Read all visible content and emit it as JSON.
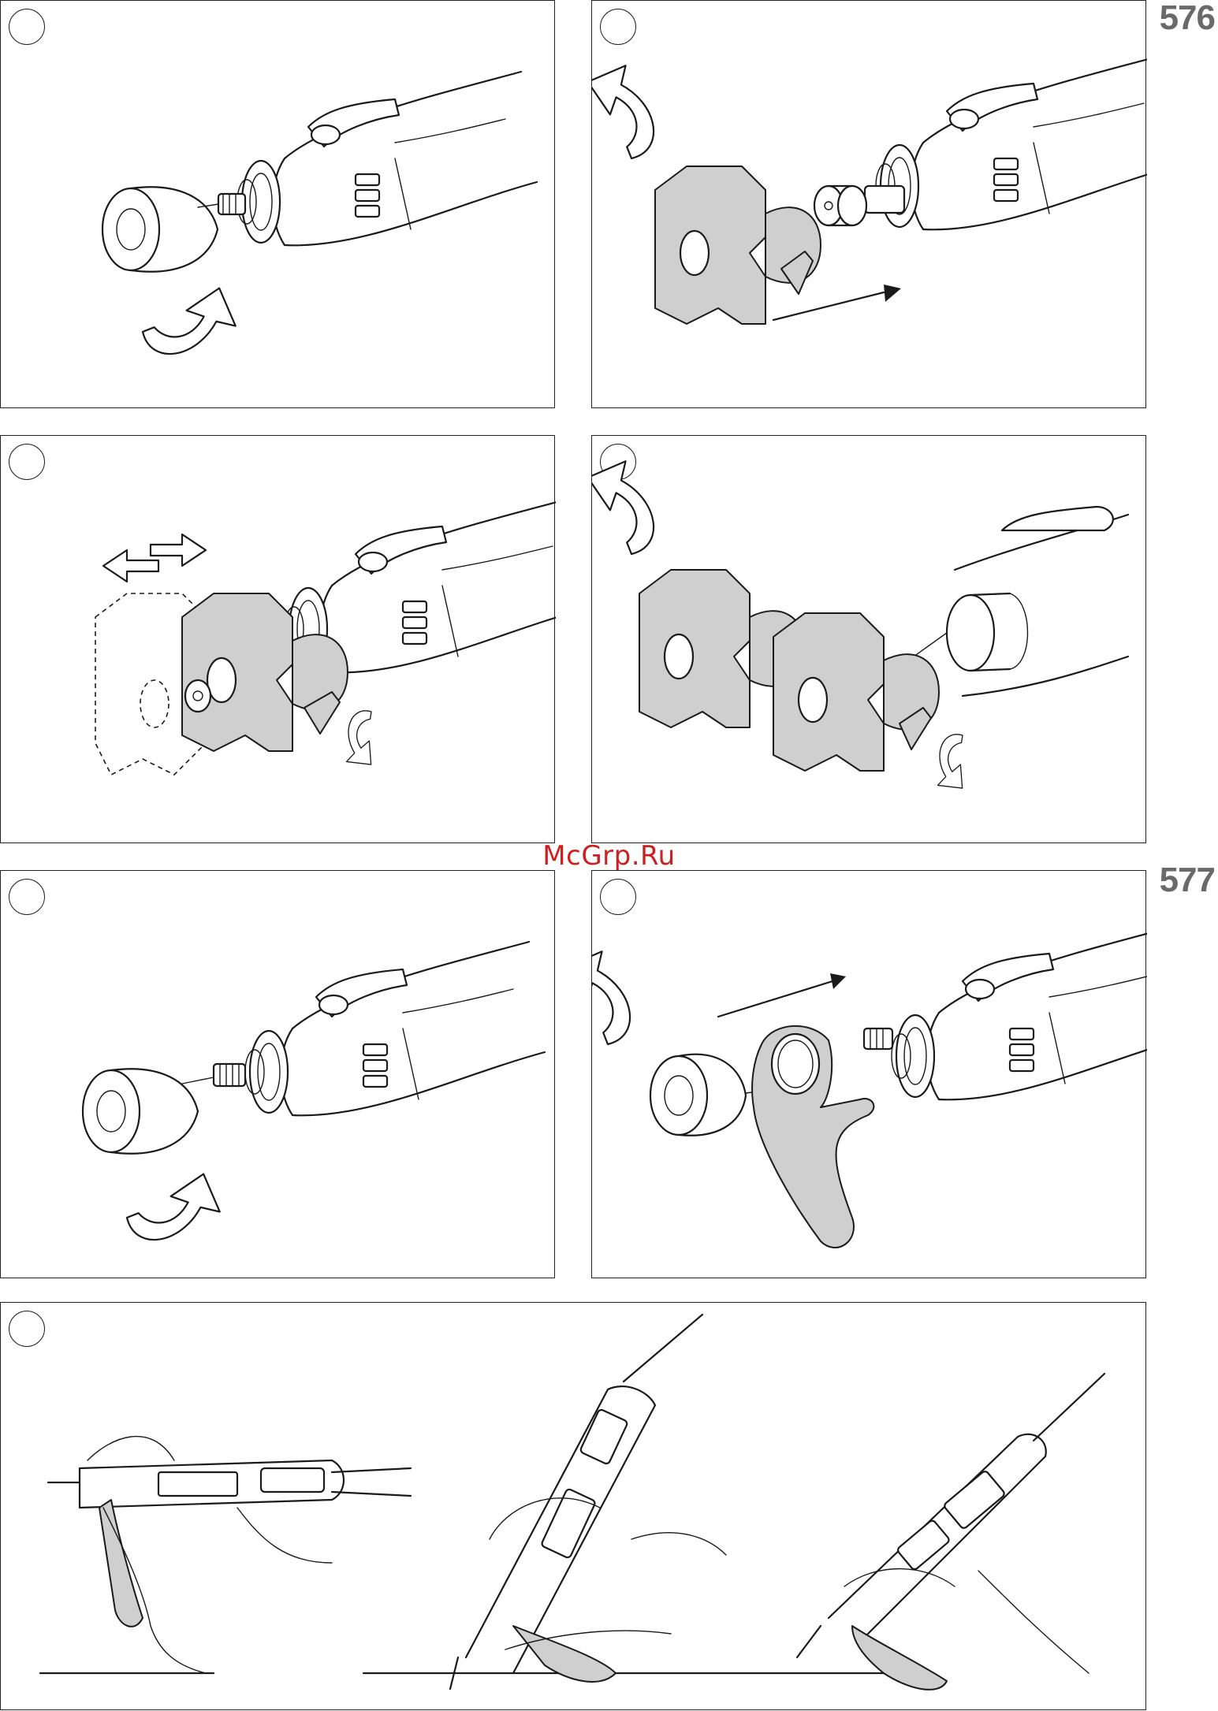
{
  "page_numbers": {
    "top": "576",
    "middle": "577"
  },
  "watermark": "McGrp.Ru",
  "colors": {
    "line": "#1a1a1a",
    "fill_gray": "#cfcfcf",
    "page_number": "#6a6a6a",
    "watermark": "#cc1f1f"
  },
  "panels": [
    {
      "name": "panel-1",
      "icon": "unscrew-cap-icon"
    },
    {
      "name": "panel-2",
      "icon": "attach-guide-icon"
    },
    {
      "name": "panel-3",
      "icon": "adjust-guide-icon"
    },
    {
      "name": "panel-4",
      "icon": "swap-guide-icon"
    },
    {
      "name": "panel-5",
      "icon": "unscrew-cap-icon"
    },
    {
      "name": "panel-6",
      "icon": "attach-handle-icon"
    },
    {
      "name": "panel-7",
      "icon": "grip-positions-icon"
    }
  ]
}
